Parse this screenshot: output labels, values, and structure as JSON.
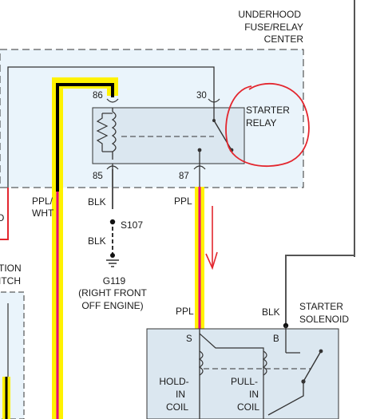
{
  "underhood": {
    "line1": "UNDERHOOD",
    "line2": "FUSE/RELAY",
    "line3": "CENTER"
  },
  "relay": {
    "label_line1": "STARTER",
    "label_line2": "RELAY",
    "pins": {
      "p86": "86",
      "p85": "85",
      "p30": "30",
      "p87": "87"
    }
  },
  "wires": {
    "left": {
      "line1": "PPL/",
      "line2": "WHT"
    },
    "blk_upper": "BLK",
    "blk_lower": "BLK",
    "ppl_upper": "PPL",
    "ppl_lower": "PPL",
    "blk_solenoid": "BLK"
  },
  "splice": "S107",
  "ground": {
    "line1": "G119",
    "line2": "(RIGHT FRONT",
    "line3": "OFF ENGINE)"
  },
  "solenoid": {
    "label_line1": "STARTER",
    "label_line2": "SOLENOID",
    "term_s": "S",
    "term_b": "B",
    "hold_line1": "HOLD-",
    "hold_line2": "IN",
    "hold_line3": "COIL",
    "pull_line1": "PULL-",
    "pull_line2": "IN",
    "pull_line3": "COIL"
  },
  "left_partial": {
    "line1": "TION",
    "line2": "ITCH",
    "red_fragment": "O"
  },
  "colors": {
    "highlight_yellow": "#fff200",
    "magenta": "#e6007e",
    "annotation_red": "#e3262e",
    "box_fill": "#eaf4fb",
    "wire_gray": "#555555"
  }
}
